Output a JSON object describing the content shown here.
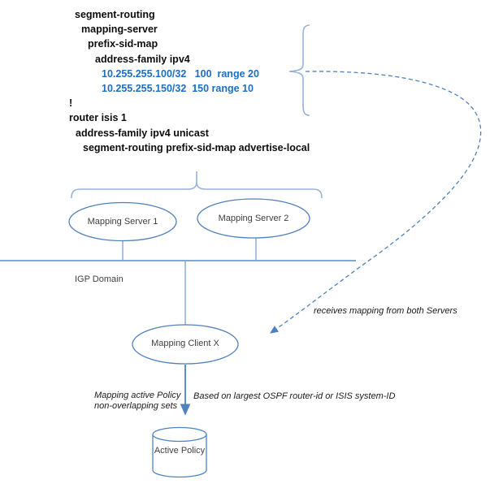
{
  "config": {
    "lines": [
      {
        "text": "segment-routing",
        "color": "black"
      },
      {
        "text": "mapping-server",
        "color": "black"
      },
      {
        "text": "prefix-sid-map",
        "color": "black"
      },
      {
        "text": "address-family ipv4",
        "color": "black"
      },
      {
        "text": "10.255.255.100/32   100  range 20",
        "color": "blue"
      },
      {
        "text": "10.255.255.150/32  150 range 10",
        "color": "blue"
      },
      {
        "text": "!",
        "color": "black"
      },
      {
        "text": "router isis 1",
        "color": "black"
      },
      {
        "text": "address-family ipv4 unicast",
        "color": "black"
      },
      {
        "text": "segment-routing prefix-sid-map advertise-local",
        "color": "black"
      }
    ]
  },
  "nodes": {
    "mapping_server_1": "Mapping Server 1",
    "mapping_server_2": "Mapping Server 2",
    "mapping_client": "Mapping Client X",
    "active_policy_db": "Active Policy"
  },
  "labels": {
    "igp_domain": "IGP Domain",
    "receives_mapping": "receives mapping from both Servers",
    "mapping_policy_line1": "Mapping active Policy",
    "mapping_policy_line2": "non-overlapping sets",
    "based_on": "Based on largest OSPF router-id or ISIS system-ID"
  },
  "colors": {
    "config_text": "#0d0d0d",
    "config_highlight": "#1b6ec2",
    "shape_stroke": "#4f81bd",
    "brace_stroke": "#95b3d7",
    "label_text": "#3f3f3f"
  }
}
